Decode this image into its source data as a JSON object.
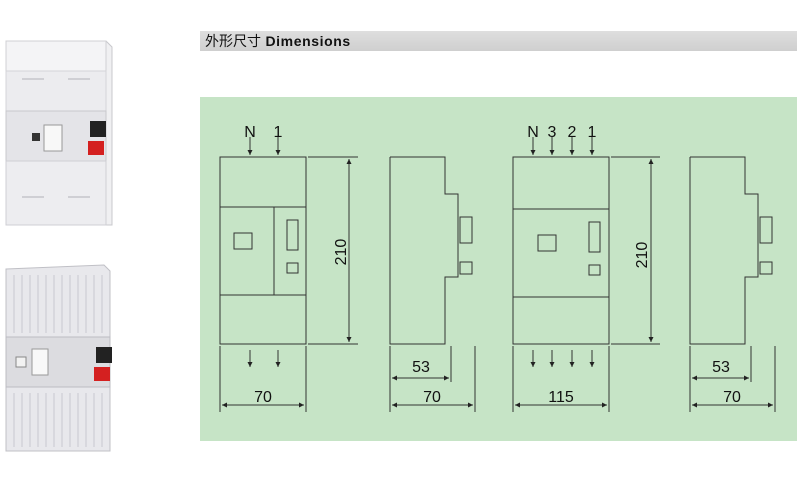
{
  "header": {
    "title_cn": "外形尺寸",
    "title_en": "Dimensions"
  },
  "drawings": {
    "two_pole": {
      "terminal_labels": [
        "N",
        "1"
      ],
      "height": "210",
      "width": "70",
      "side_depth": "53",
      "side_width": "70"
    },
    "four_pole": {
      "terminal_labels": [
        "N",
        "3",
        "2",
        "1"
      ],
      "height": "210",
      "width": "115",
      "side_depth": "53",
      "side_width": "70"
    }
  }
}
